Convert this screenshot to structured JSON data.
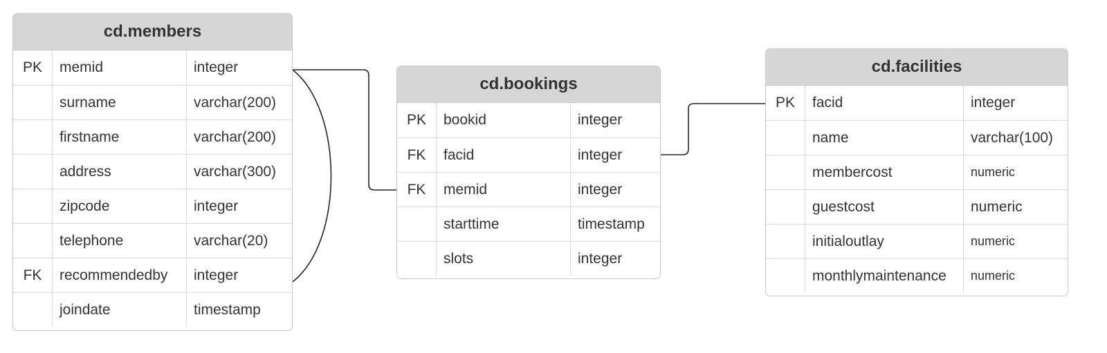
{
  "tables": [
    {
      "title": "cd.members",
      "rows": [
        {
          "key": "PK",
          "name": "memid",
          "type": "integer"
        },
        {
          "key": "",
          "name": "surname",
          "type": "varchar(200)"
        },
        {
          "key": "",
          "name": "firstname",
          "type": "varchar(200)"
        },
        {
          "key": "",
          "name": "address",
          "type": "varchar(300)"
        },
        {
          "key": "",
          "name": "zipcode",
          "type": "integer"
        },
        {
          "key": "",
          "name": "telephone",
          "type": "varchar(20)"
        },
        {
          "key": "FK",
          "name": "recommendedby",
          "type": "integer"
        },
        {
          "key": "",
          "name": "joindate",
          "type": "timestamp"
        }
      ]
    },
    {
      "title": "cd.bookings",
      "rows": [
        {
          "key": "PK",
          "name": "bookid",
          "type": "integer"
        },
        {
          "key": "FK",
          "name": "facid",
          "type": "integer"
        },
        {
          "key": "FK",
          "name": "memid",
          "type": "integer"
        },
        {
          "key": "",
          "name": "starttime",
          "type": "timestamp"
        },
        {
          "key": "",
          "name": "slots",
          "type": "integer"
        }
      ]
    },
    {
      "title": "cd.facilities",
      "rows": [
        {
          "key": "PK",
          "name": "facid",
          "type": "integer"
        },
        {
          "key": "",
          "name": "name",
          "type": "varchar(100)"
        },
        {
          "key": "",
          "name": "membercost",
          "type": "numeric"
        },
        {
          "key": "",
          "name": "guestcost",
          "type": "numeric"
        },
        {
          "key": "",
          "name": "initialoutlay",
          "type": "numeric"
        },
        {
          "key": "",
          "name": "monthlymaintenance",
          "type": "numeric"
        }
      ]
    }
  ],
  "relationships": [
    {
      "from": "cd.members.recommendedby",
      "to": "cd.members.memid"
    },
    {
      "from": "cd.bookings.memid",
      "to": "cd.members.memid"
    },
    {
      "from": "cd.bookings.facid",
      "to": "cd.facilities.facid"
    }
  ],
  "colors": {
    "header_bg": "#d6d6d6",
    "border": "#c8c8c8",
    "connector": "#222222",
    "text": "#333333"
  }
}
